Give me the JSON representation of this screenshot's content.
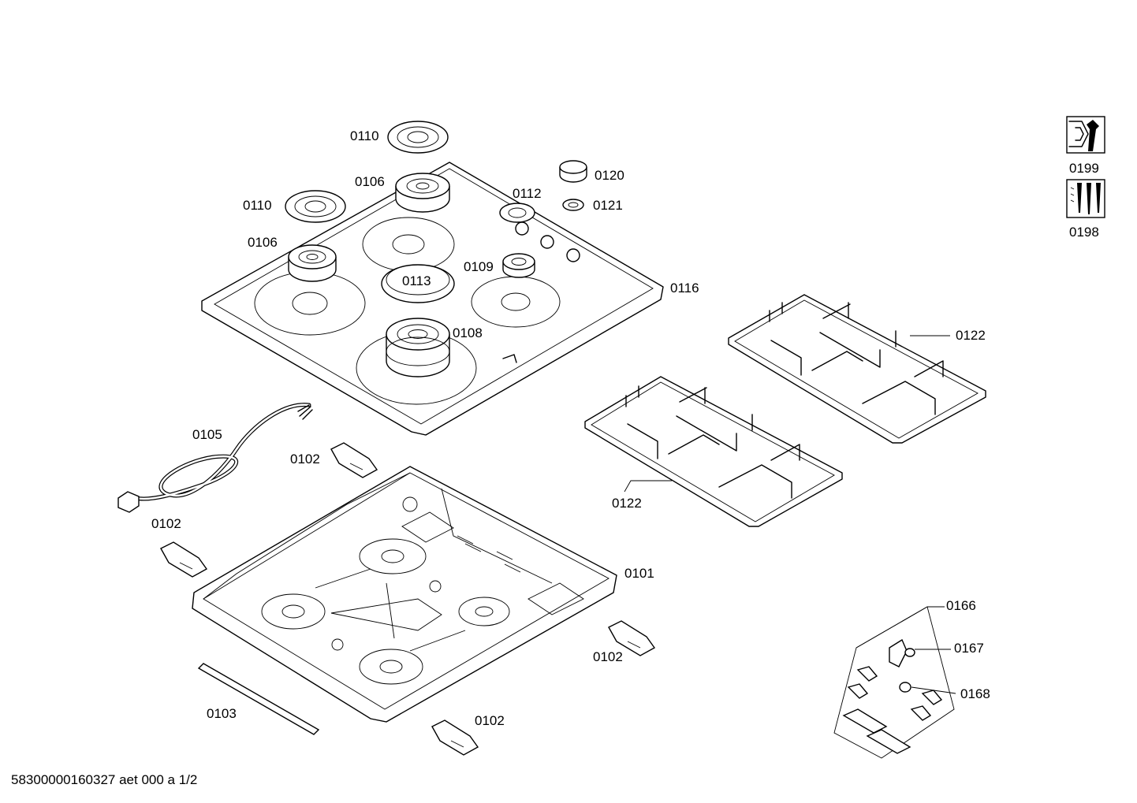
{
  "labels": {
    "l0110a": "0110",
    "l0110b": "0110",
    "l0106a": "0106",
    "l0106b": "0106",
    "l0112": "0112",
    "l0120": "0120",
    "l0121": "0121",
    "l0113": "0113",
    "l0109": "0109",
    "l0116": "0116",
    "l0108": "0108",
    "l0122a": "0122",
    "l0122b": "0122",
    "l0105": "0105",
    "l0102a": "0102",
    "l0102b": "0102",
    "l0102c": "0102",
    "l0102d": "0102",
    "l0101": "0101",
    "l0103": "0103",
    "l0166": "0166",
    "l0167": "0167",
    "l0168": "0168",
    "l0199": "0199",
    "l0198": "0198"
  },
  "icons": {
    "service": "wrench-nut-icon",
    "screws": "screws-icon"
  },
  "footer": "58300000160327 aet 000 a 1/2"
}
